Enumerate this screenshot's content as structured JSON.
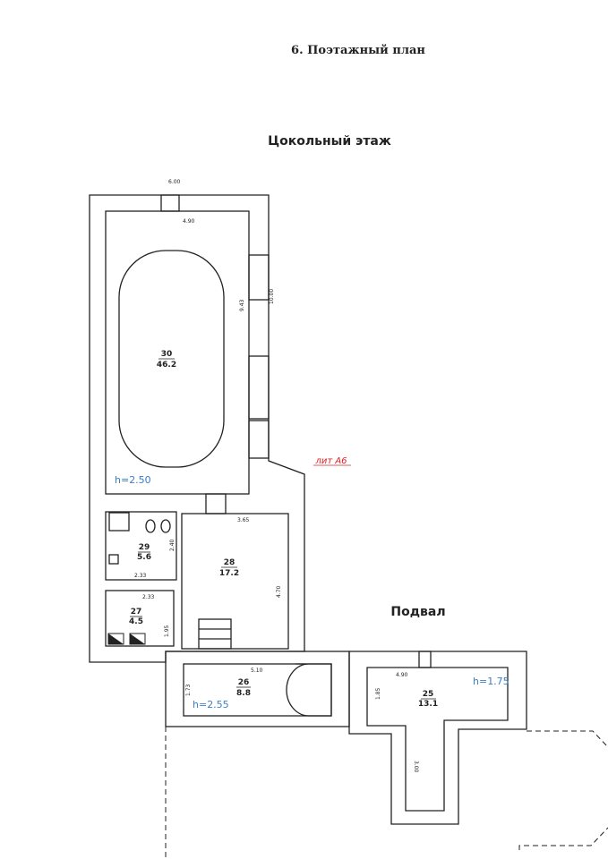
{
  "header": {
    "section_title": "6. Поэтажный план"
  },
  "plan": {
    "ground_floor_title": "Цокольный этаж",
    "basement_title": "Подвал",
    "lit_label": "лит А6",
    "colors": {
      "lines": "#222222",
      "height_label": "#3a7fc8",
      "lit_label": "#e02020"
    },
    "rooms": [
      {
        "number": "30",
        "area": "46.2"
      },
      {
        "number": "29",
        "area": "5.6"
      },
      {
        "number": "28",
        "area": "17.2"
      },
      {
        "number": "27",
        "area": "4.5"
      },
      {
        "number": "26",
        "area": "8.8"
      },
      {
        "number": "25",
        "area": "13.1"
      }
    ],
    "heights": {
      "ground": "h=2.50",
      "room26": "h=2.55",
      "basement": "h=1.75"
    },
    "dimensions": {
      "outer_width": "6.00",
      "room30_width": "4.90",
      "room30_length": "9.43",
      "outer_length": "10.00",
      "room28_width": "3.65",
      "room28_length": "4.70",
      "room29_height": "2.40",
      "room29_width": "2.33",
      "room27_width": "2.33",
      "room27_height": "1.95",
      "room26_width": "5.10",
      "room26_height": "1.73",
      "room25_width": "4.90",
      "room25_height": "1.85",
      "room25_leg": "3.00"
    }
  }
}
